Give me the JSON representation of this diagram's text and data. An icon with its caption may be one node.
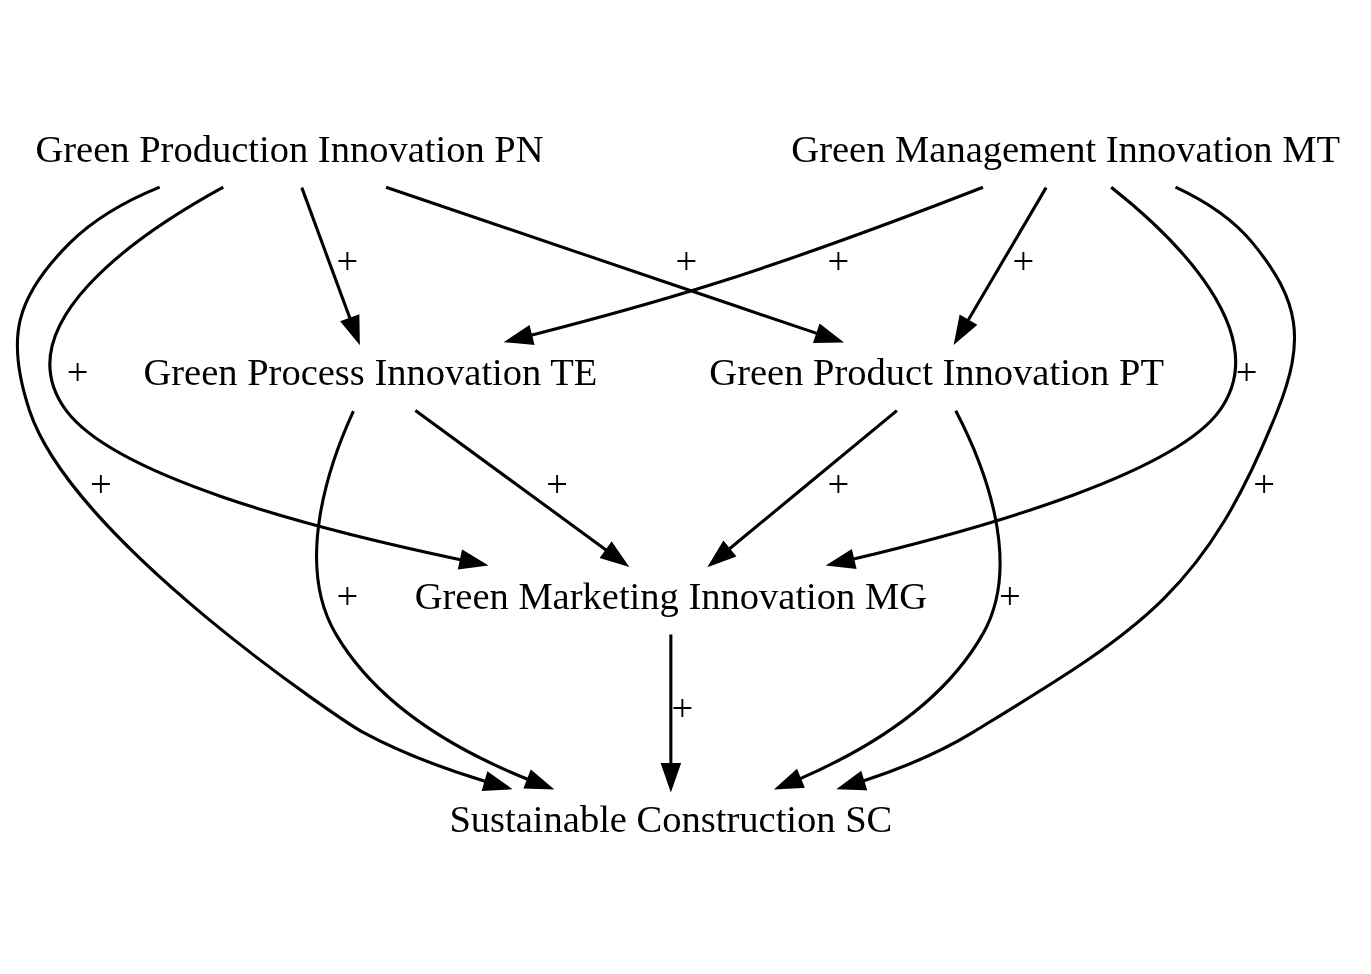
{
  "diagram": {
    "nodes": [
      {
        "text": [
          "Green Production Innovation PN"
        ]
      },
      {
        "text": [
          "Green Process Innovation TE"
        ]
      },
      {
        "text": [
          "Green Product Innovation PT"
        ]
      },
      {
        "text": [
          "Green Management Innovation MT"
        ]
      },
      {
        "text": [
          "Green Marketing Innovation MG"
        ]
      },
      {
        "text": [
          "Sustainable Construction SC"
        ]
      }
    ],
    "edges": [
      {
        "from": 0,
        "to": 1,
        "arrow": "to",
        "label": "+"
      },
      {
        "from": 0,
        "to": 2,
        "arrow": "to",
        "label": "+"
      },
      {
        "from": 0,
        "to": 4,
        "arrow": "to",
        "label": "+"
      },
      {
        "from": 0,
        "to": 5,
        "arrow": "to",
        "label": "+"
      },
      {
        "from": 2,
        "to": 5,
        "arrow": "to",
        "label": "+"
      },
      {
        "from": 2,
        "to": 4,
        "arrow": "to",
        "label": "+"
      },
      {
        "from": 3,
        "to": 1,
        "arrow": "to",
        "label": "+"
      },
      {
        "from": 3,
        "to": 2,
        "arrow": "to",
        "label": "+"
      },
      {
        "from": 3,
        "to": 4,
        "arrow": "to",
        "label": "+"
      },
      {
        "from": 3,
        "to": 5,
        "arrow": "to",
        "label": "+"
      },
      {
        "from": 1,
        "to": 4,
        "arrow": "to",
        "label": "+"
      },
      {
        "from": 1,
        "to": 5,
        "arrow": "to",
        "label": "+"
      },
      {
        "from": 4,
        "to": 5,
        "arrow": "to",
        "label": "+"
      }
    ]
  }
}
